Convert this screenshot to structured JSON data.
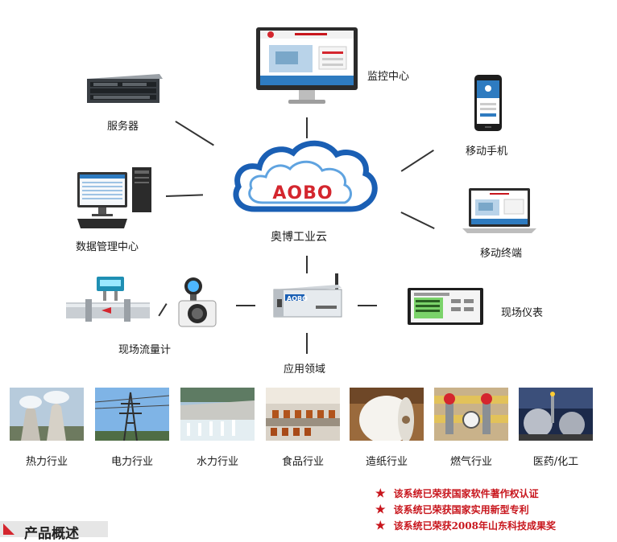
{
  "cloud": {
    "brand": "AOBO",
    "label": "奥博工业云"
  },
  "nodes": {
    "monitor": "监控中心",
    "server": "服务器",
    "mobile": "移动手机",
    "data_center": "数据管理中心",
    "mobile_terminal": "移动终端",
    "field_instrument": "现场仪表",
    "flowmeter": "现场流量计",
    "applications": "应用领域",
    "modem_brand": "AOBO"
  },
  "industries": [
    {
      "label": "热力行业",
      "icon": "cooling-towers"
    },
    {
      "label": "电力行业",
      "icon": "power-pylon"
    },
    {
      "label": "水力行业",
      "icon": "dam"
    },
    {
      "label": "食品行业",
      "icon": "food-factory"
    },
    {
      "label": "造纸行业",
      "icon": "paper-roll"
    },
    {
      "label": "燃气行业",
      "icon": "gas-valve"
    },
    {
      "label": "医药/化工",
      "icon": "chemical-plant"
    }
  ],
  "awards": [
    "该系统已荣获国家软件著作权认证",
    "该系统已荣获国家实用新型专利",
    "该系统已荣获2008年山东科技成果奖"
  ],
  "section_title": "产品概述",
  "colors": {
    "brand_red": "#d4262e",
    "cloud_blue": "#1a5fb4",
    "award_red": "#c8161d"
  }
}
